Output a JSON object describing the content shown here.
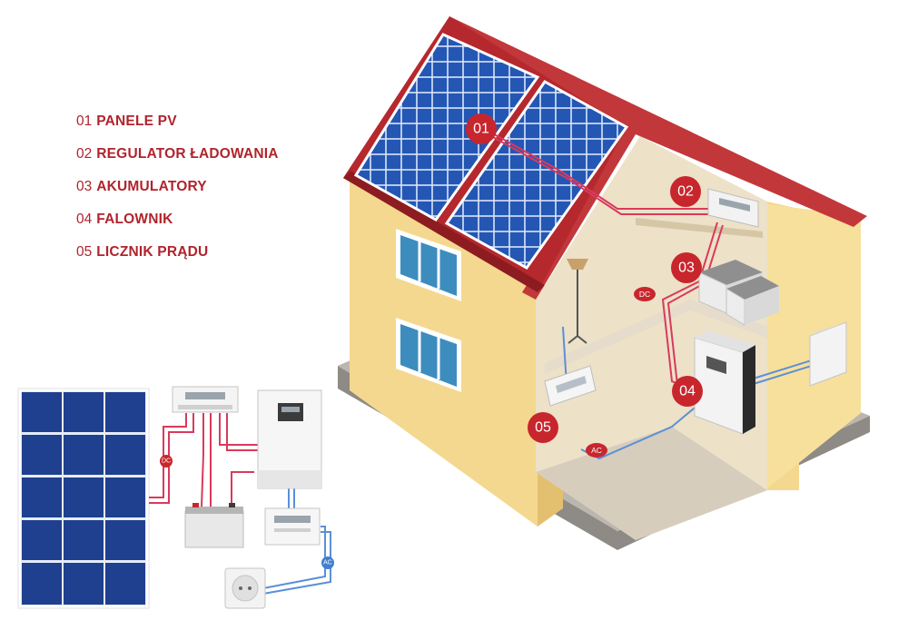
{
  "legend": {
    "items": [
      {
        "number": "01",
        "label": "PANELE PV"
      },
      {
        "number": "02",
        "label": "REGULATOR ŁADOWANIA"
      },
      {
        "number": "03",
        "label": "AKUMULATORY"
      },
      {
        "number": "04",
        "label": "FALOWNIK"
      },
      {
        "number": "05",
        "label": "LICZNIK PRĄDU"
      }
    ]
  },
  "markers": [
    "01",
    "02",
    "03",
    "04",
    "05"
  ],
  "tags": {
    "dc": "DC",
    "ac": "AC"
  },
  "colors": {
    "accent_red": "#c8262d",
    "roof": "#c2373a",
    "wall": "#f5dd93",
    "panel": "#1f4fa8",
    "dc_line": "#d93a5c",
    "ac_line": "#5b8fd6"
  }
}
